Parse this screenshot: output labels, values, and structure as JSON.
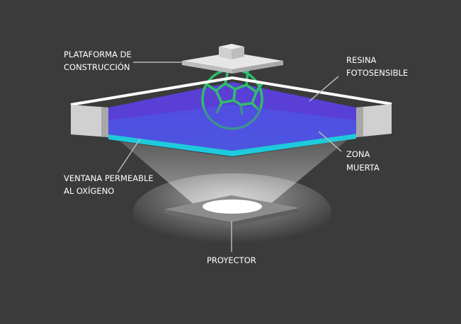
{
  "labels": {
    "platform": [
      "PLATAFORMA DE",
      "CONSTRUCCIÓN"
    ],
    "resin": [
      "RESINA",
      "FOTOSENSIBLE"
    ],
    "dead_zone": [
      "ZONA",
      "MUERTA"
    ],
    "window": [
      "VENTANA PERMEABLE",
      "AL OXÍGENO"
    ],
    "projector": "PROYECTOR"
  },
  "colors": {
    "background": "#3b3b3b",
    "resin": "#5a3fd6",
    "dead_zone": "#1ecadc",
    "part": "#2fbf6a",
    "frame": "#d0d0d0",
    "leader": "#b8b8b8"
  }
}
